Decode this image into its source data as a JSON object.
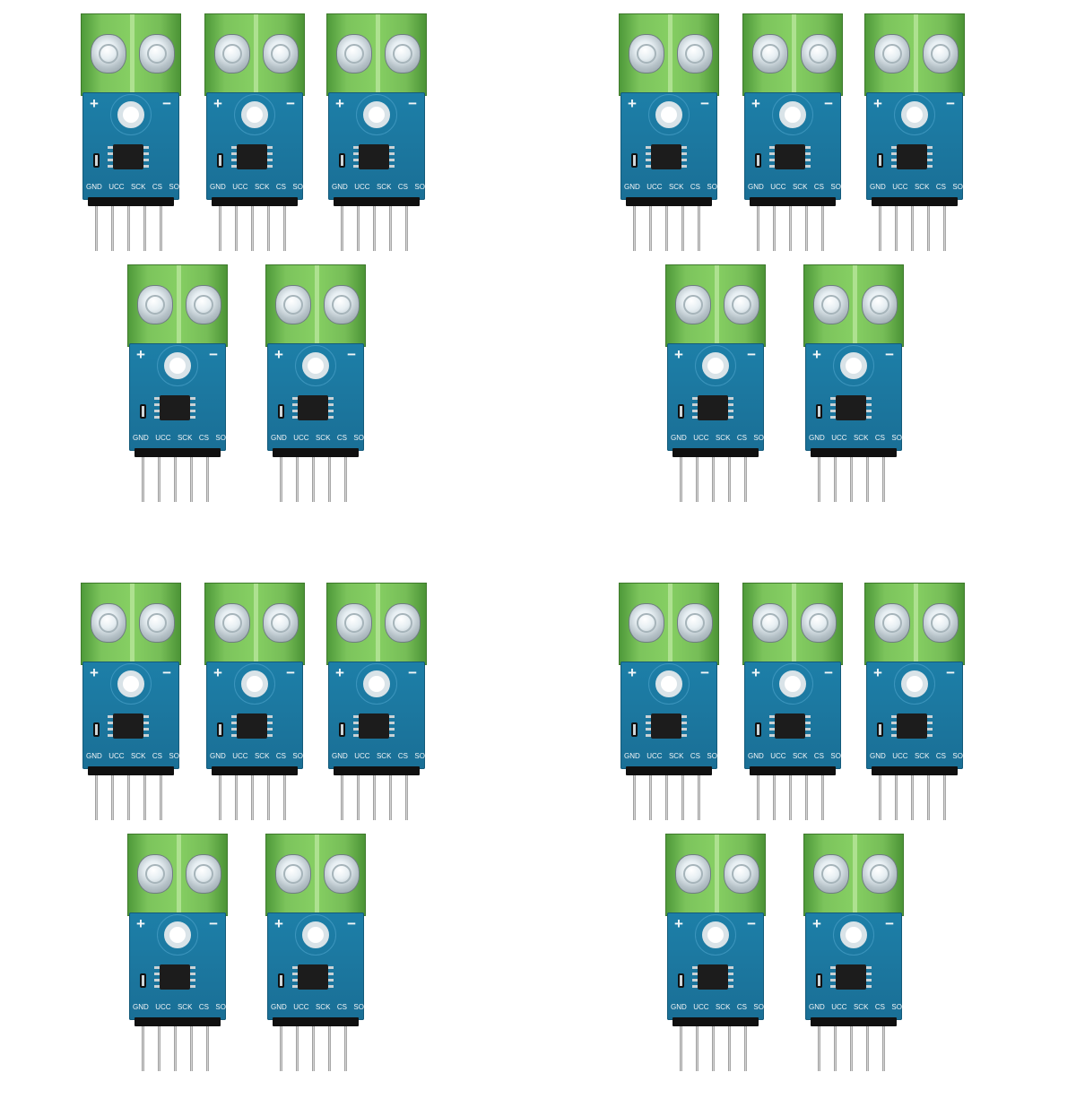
{
  "image_description_labels": {
    "plus": "+",
    "minus": "−",
    "pins": [
      "GND",
      "UCC",
      "SCK",
      "CS",
      "SO"
    ]
  },
  "colors": {
    "terminal_green": "#7cc45c",
    "pcb_blue": "#1a6f96",
    "background": "#ffffff"
  },
  "groups": [
    {
      "modules": 5
    },
    {
      "modules": 5
    },
    {
      "modules": 5
    },
    {
      "modules": 5
    }
  ]
}
